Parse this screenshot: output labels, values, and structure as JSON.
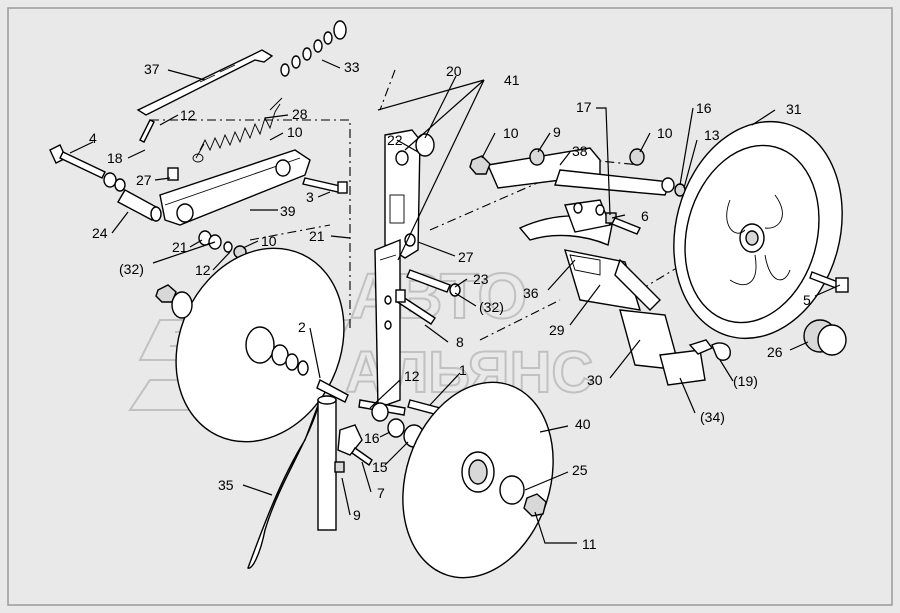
{
  "watermark": {
    "line1": "АВТО",
    "line2": "АЛЬЯНС"
  },
  "callouts": [
    {
      "id": "c37",
      "text": "37"
    },
    {
      "id": "c33",
      "text": "33"
    },
    {
      "id": "c12a",
      "text": "12"
    },
    {
      "id": "c28",
      "text": "28"
    },
    {
      "id": "c4",
      "text": "4"
    },
    {
      "id": "c18",
      "text": "18"
    },
    {
      "id": "c10a",
      "text": "10"
    },
    {
      "id": "c27a",
      "text": "27"
    },
    {
      "id": "c3",
      "text": "3"
    },
    {
      "id": "c39",
      "text": "39"
    },
    {
      "id": "c24",
      "text": "24"
    },
    {
      "id": "c21a",
      "text": "21"
    },
    {
      "id": "c10b",
      "text": "10"
    },
    {
      "id": "c32a",
      "text": "(32)"
    },
    {
      "id": "c12b",
      "text": "12"
    },
    {
      "id": "c20",
      "text": "20"
    },
    {
      "id": "c41",
      "text": "41"
    },
    {
      "id": "c22",
      "text": "22"
    },
    {
      "id": "c21b",
      "text": "21"
    },
    {
      "id": "c27b",
      "text": "27"
    },
    {
      "id": "c23",
      "text": "23"
    },
    {
      "id": "c32b",
      "text": "(32)"
    },
    {
      "id": "c8",
      "text": "8"
    },
    {
      "id": "c2",
      "text": "2"
    },
    {
      "id": "c12c",
      "text": "12"
    },
    {
      "id": "c1",
      "text": "1"
    },
    {
      "id": "c16a",
      "text": "16"
    },
    {
      "id": "c15",
      "text": "15"
    },
    {
      "id": "c7",
      "text": "7"
    },
    {
      "id": "c35",
      "text": "35"
    },
    {
      "id": "c9a",
      "text": "9"
    },
    {
      "id": "c10c",
      "text": "10"
    },
    {
      "id": "c9b",
      "text": "9"
    },
    {
      "id": "c38",
      "text": "38"
    },
    {
      "id": "c17",
      "text": "17"
    },
    {
      "id": "c10d",
      "text": "10"
    },
    {
      "id": "c16b",
      "text": "16"
    },
    {
      "id": "c13",
      "text": "13"
    },
    {
      "id": "c31",
      "text": "31"
    },
    {
      "id": "c6",
      "text": "6"
    },
    {
      "id": "c36",
      "text": "36"
    },
    {
      "id": "c29",
      "text": "29"
    },
    {
      "id": "c5",
      "text": "5"
    },
    {
      "id": "c26",
      "text": "26"
    },
    {
      "id": "c30",
      "text": "30"
    },
    {
      "id": "c19",
      "text": "(19)"
    },
    {
      "id": "c34",
      "text": "(34)"
    },
    {
      "id": "c40",
      "text": "40"
    },
    {
      "id": "c25",
      "text": "25"
    },
    {
      "id": "c11",
      "text": "11"
    }
  ]
}
